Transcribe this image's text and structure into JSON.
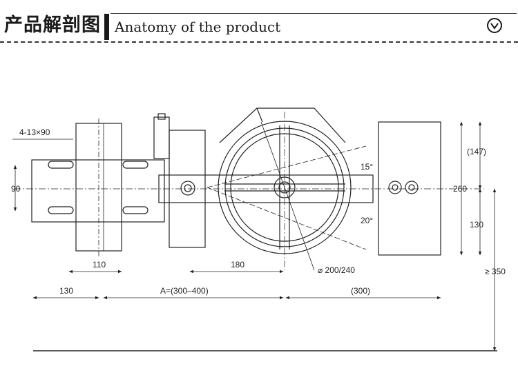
{
  "header": {
    "title_cn": "产品解剖图",
    "title_en": "Anatomy of the product",
    "icon": "chevron-down-circle-icon"
  },
  "dimensions": {
    "holes": "4-13×90",
    "left_height": "90",
    "base_width": "110",
    "left_offset": "130",
    "span_a": "A=(300–400)",
    "hub_offset": "180",
    "right_extent": "(300)",
    "top_height": "(147)",
    "total_height": "260",
    "lower_height": "130",
    "clearance": "≥ 350",
    "wheel_diameter": "⌀ 200/240",
    "angle_upper": "15°",
    "angle_lower": "20°"
  }
}
